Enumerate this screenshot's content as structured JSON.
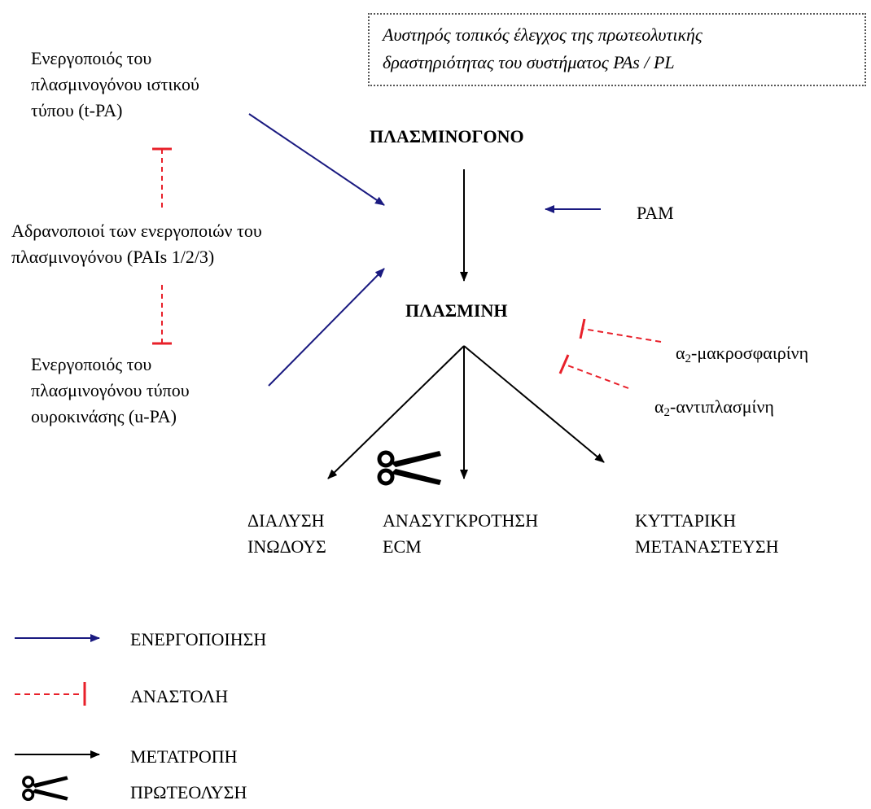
{
  "note": {
    "line1": "Αυστηρός τοπικός έλεγχος της πρωτεολυτικής",
    "line2": "δραστηριότητας του συστήματος PAs / PL"
  },
  "nodes": {
    "tpa": [
      "Ενεργοποιός του",
      "πλασμινογόνου ιστικού",
      "τύπου (t-PA)"
    ],
    "pais": [
      "Αδρανοποιοί των ενεργοποιών του",
      "πλασμινογόνου (PAIs 1/2/3)"
    ],
    "upa": [
      "Ενεργοποιός του",
      "πλασμινογόνου τύπου",
      "ουροκινάσης (u-PA)"
    ],
    "plasminogen": "ΠΛΑΣΜΙΝΟΓΟΝΟ",
    "plasmin": "ΠΛΑΣΜΙΝΗ",
    "pam": "PAM",
    "a2m_prefix": "α",
    "a2m_sub": "2",
    "a2m_rest": "-μακροσφαιρίνη",
    "a2ap_prefix": "α",
    "a2ap_sub": "2",
    "a2ap_rest": "-αντιπλασμίνη"
  },
  "outcomes": {
    "fibrin": [
      "ΔΙΑΛΥΣΗ",
      "ΙΝΩΔΟΥΣ"
    ],
    "ecm": [
      "ΑΝΑΣΥΓΚΡΟΤΗΣΗ",
      "ECM"
    ],
    "migration": [
      "ΚΥΤΤΑΡΙΚΗ",
      "ΜΕΤΑΝΑΣΤΕΥΣΗ"
    ]
  },
  "legend": {
    "activation": "ΕΝΕΡΓΟΠΟΙΗΣΗ",
    "inhibition": "ΑΝΑΣΤΟΛΗ",
    "conversion": "ΜΕΤΑΤΡΟΠΗ",
    "proteolysis": "ΠΡΩΤΕΟΛΥΣΗ"
  },
  "colors": {
    "activation": "#1a1a80",
    "inhibition": "#e8202a",
    "conversion": "#000000"
  },
  "icons": {
    "proteolysis": "scissors-icon"
  }
}
